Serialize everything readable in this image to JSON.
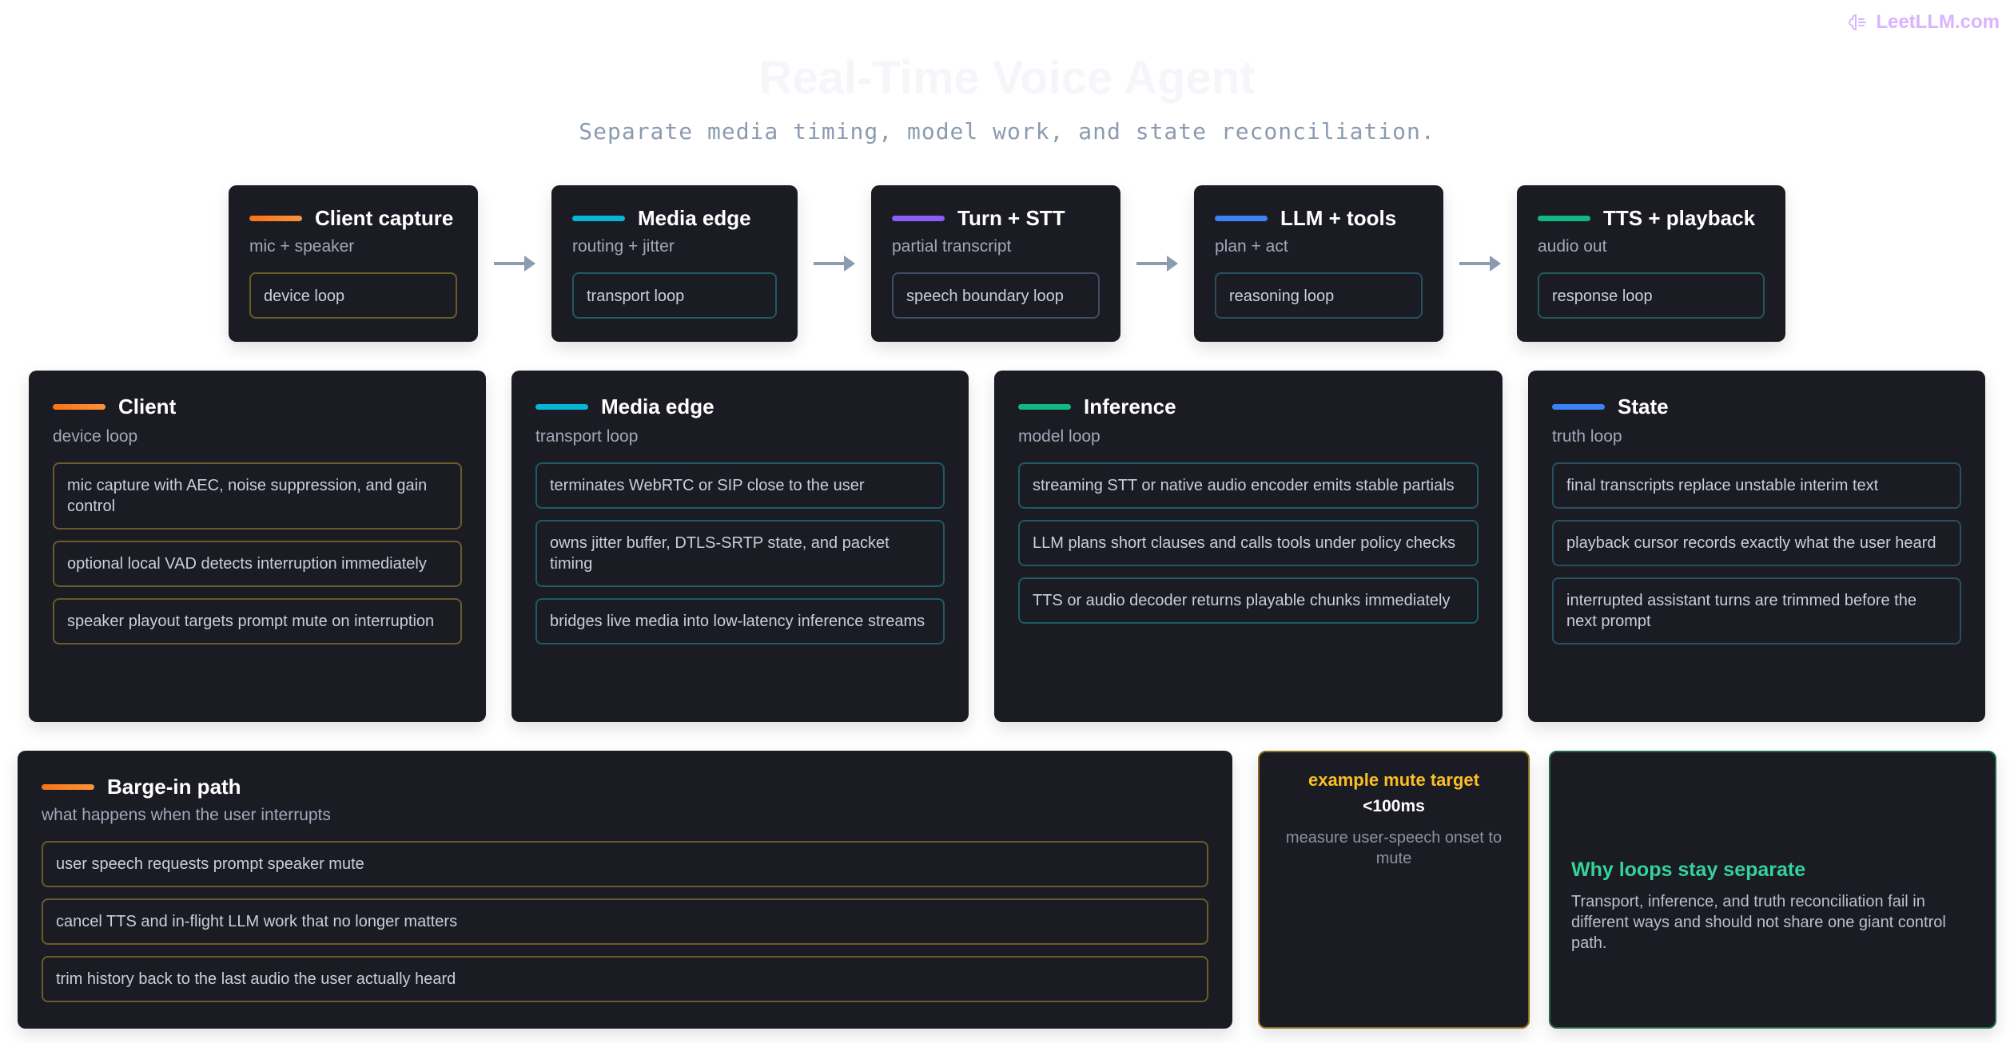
{
  "brand": {
    "text": "LeetLLM.com",
    "color": "#d8b4fe"
  },
  "title": "Real-Time Voice Agent",
  "subtitle": "Separate media timing, model work, and state reconciliation.",
  "pipeline": [
    {
      "title": "Client capture",
      "sub": "mic + speaker",
      "pill": "device loop",
      "accent": "#f97316",
      "border": "#6b5a2a"
    },
    {
      "title": "Media edge",
      "sub": "routing + jitter",
      "pill": "transport loop",
      "accent": "#06b6d4",
      "border": "#1f5a66"
    },
    {
      "title": "Turn + STT",
      "sub": "partial transcript",
      "pill": "speech boundary loop",
      "accent": "#8b5cf6",
      "border": "#3f4d66"
    },
    {
      "title": "LLM + tools",
      "sub": "plan + act",
      "pill": "reasoning loop",
      "accent": "#3b82f6",
      "border": "#2a5060"
    },
    {
      "title": "TTS + playback",
      "sub": "audio out",
      "pill": "response loop",
      "accent": "#10b981",
      "border": "#1f5a55"
    }
  ],
  "loops": [
    {
      "title": "Client",
      "sub": "device loop",
      "accent": "#f97316",
      "border": "#6b5a2a",
      "items": [
        "mic capture with AEC, noise suppression, and gain control",
        "optional local VAD detects interruption immediately",
        "speaker playout targets prompt mute on interruption"
      ]
    },
    {
      "title": "Media edge",
      "sub": "transport loop",
      "accent": "#06b6d4",
      "border": "#1f5a66",
      "items": [
        "terminates WebRTC or SIP close to the user",
        "owns jitter buffer, DTLS-SRTP state, and packet timing",
        "bridges live media into low-latency inference streams"
      ]
    },
    {
      "title": "Inference",
      "sub": "model loop",
      "accent": "#10b981",
      "border": "#1f5a66",
      "items": [
        "streaming STT or native audio encoder emits stable partials",
        "LLM plans short clauses and calls tools under policy checks",
        "TTS or audio decoder returns playable chunks immediately"
      ]
    },
    {
      "title": "State",
      "sub": "truth loop",
      "accent": "#3b82f6",
      "border": "#2a5060",
      "items": [
        "final transcripts replace unstable interim text",
        "playback cursor records exactly what the user heard",
        "interrupted assistant turns are trimmed before the next prompt"
      ]
    }
  ],
  "barge": {
    "title": "Barge-in path",
    "sub": "what happens when the user interrupts",
    "accent": "#f97316",
    "border": "#6b5a2a",
    "items": [
      "user speech requests prompt speaker mute",
      "cancel TTS and in-flight LLM work that no longer matters",
      "trim history back to the last audio the user actually heard"
    ]
  },
  "target": {
    "label": "example mute target",
    "value": "<100ms",
    "note": "measure user-speech onset to mute"
  },
  "why": {
    "title": "Why loops stay separate",
    "body": "Transport, inference, and truth reconciliation fail in different ways and should not share one giant control path."
  }
}
